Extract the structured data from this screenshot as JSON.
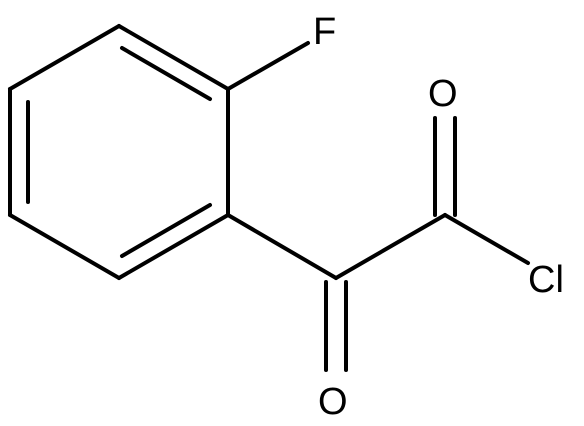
{
  "molecule": {
    "atoms": {
      "fluorine": "F",
      "ketone_oxygen": "O",
      "acyl_oxygen": "O",
      "chlorine": "Cl"
    },
    "colors": {
      "bond": "#000000",
      "label": "#000000",
      "background": "#ffffff"
    }
  }
}
